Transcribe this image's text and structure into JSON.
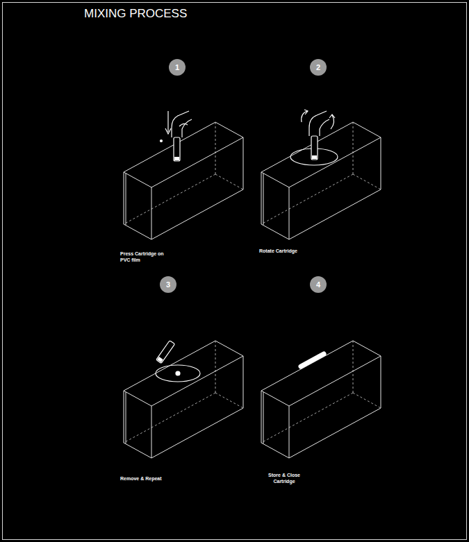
{
  "diagram": {
    "title": "MIXING PROCESS",
    "nodes": [
      {
        "text": [
          "1"
        ]
      },
      {
        "text": [
          "2"
        ]
      },
      {
        "text": [
          "3"
        ]
      },
      {
        "text": [
          "4"
        ]
      }
    ],
    "labels": [
      "Press Cartridge on PVC film",
      "Rotate Cartridge",
      "Remove & Repeat",
      "Store & Close Cartridge"
    ]
  }
}
